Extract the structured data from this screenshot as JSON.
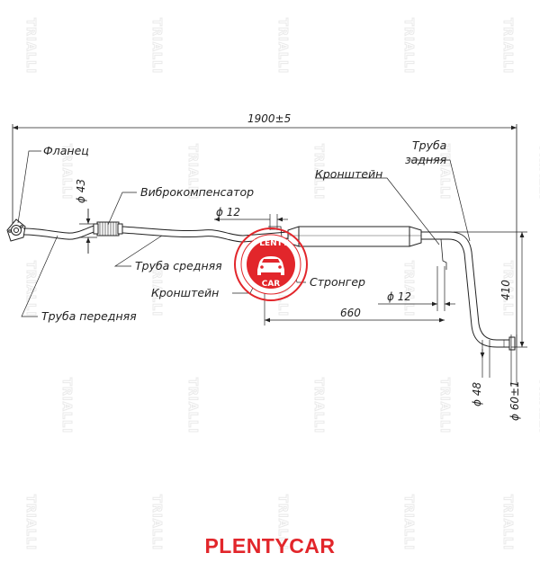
{
  "labels": {
    "flange": "Фланец",
    "vibro": "Виброкомпенсатор",
    "pipe_middle": "Труба средняя",
    "bracket_lower": "Кронштейн",
    "pipe_front": "Труба передняя",
    "bracket_upper": "Кронштейн",
    "pipe_rear_1": "Труба",
    "pipe_rear_2": "задняя",
    "stronger": "Стронгер"
  },
  "dimensions": {
    "total_length": "1900±5",
    "d43": "ϕ 43",
    "d12_left": "ϕ 12",
    "d12_right": "ϕ 12",
    "len660": "660",
    "h410": "410",
    "d48": "ϕ 48",
    "d60": "ϕ 60±1"
  },
  "watermark": "TRIALLI",
  "stamp": {
    "top": "PLENTY",
    "bottom": "CAR",
    "color": "#e2262b"
  },
  "footer": {
    "brand": "PLENTYCAR",
    "color": "#e2262b"
  }
}
